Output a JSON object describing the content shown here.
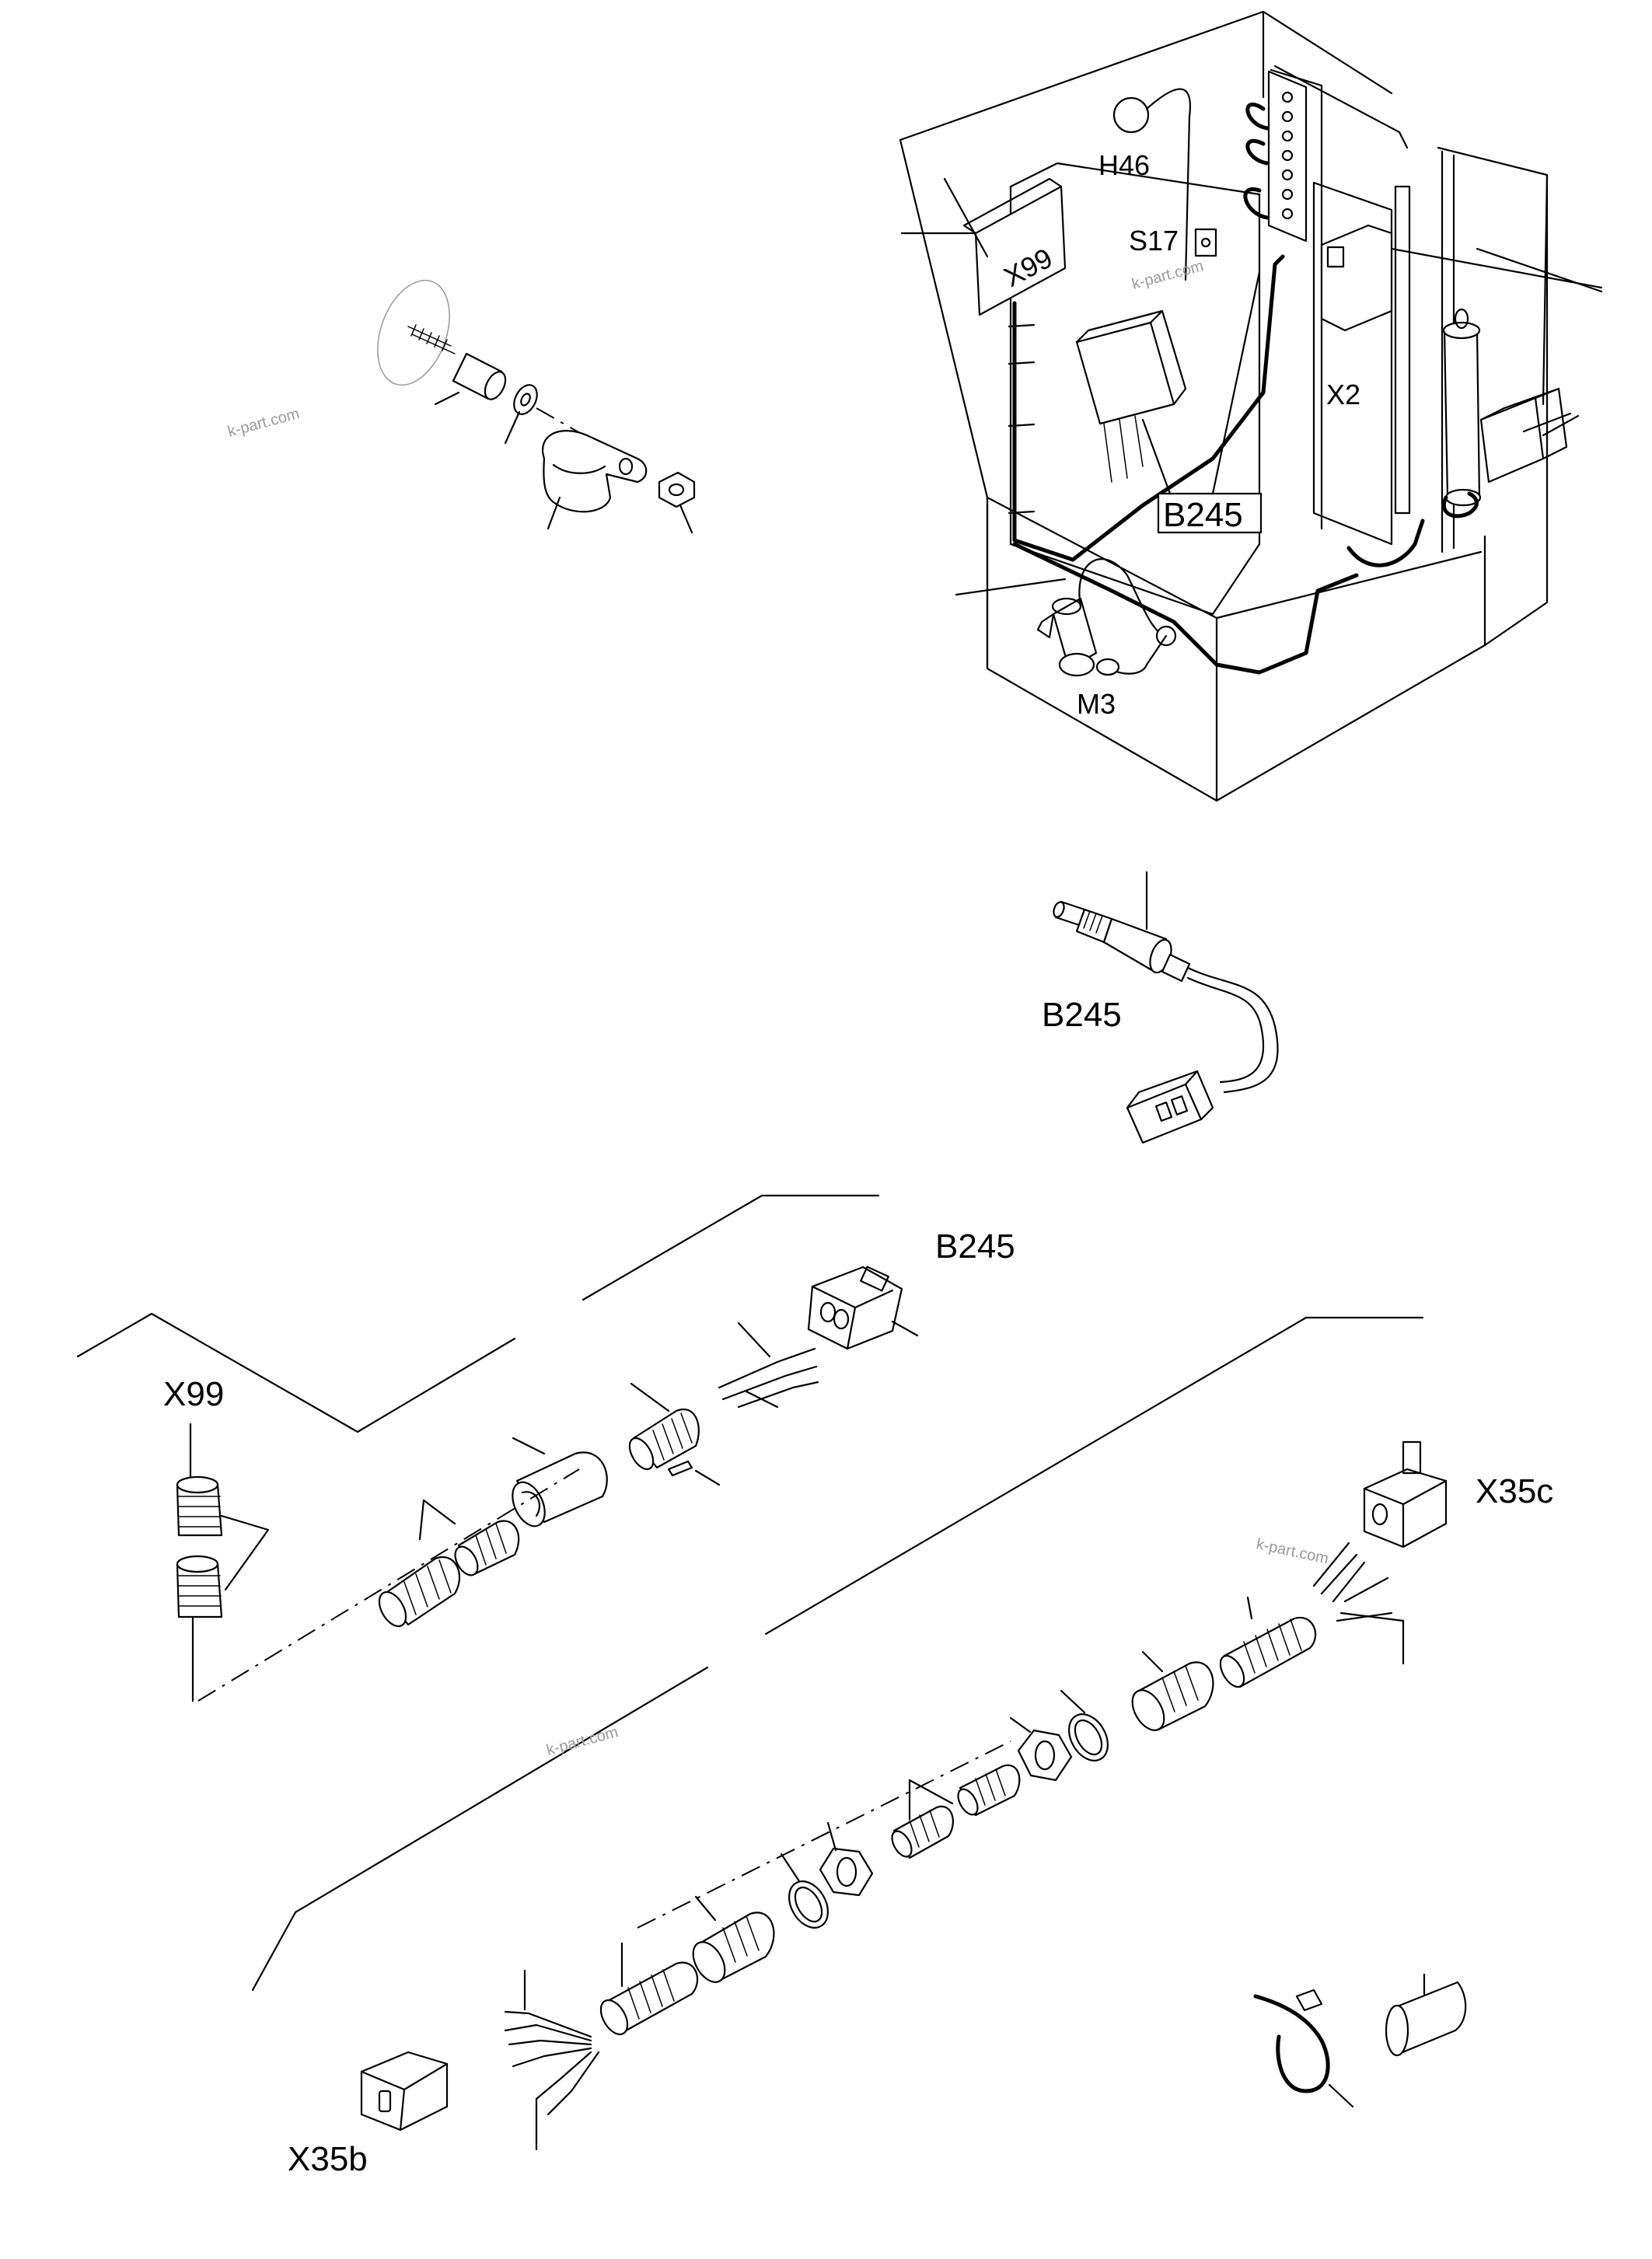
{
  "labels": {
    "x99_top": "X99",
    "h46": "H46",
    "s17": "S17",
    "x2": "X2",
    "b245_box": "B245",
    "m3": "M3",
    "b245_sensor": "B245",
    "b245_connector": "B245",
    "x99": "X99",
    "x35c": "X35c",
    "x35b": "X35b"
  },
  "watermarks": [
    "k-part.com",
    "k-part.com",
    "k-part.com",
    "k-part.com"
  ]
}
